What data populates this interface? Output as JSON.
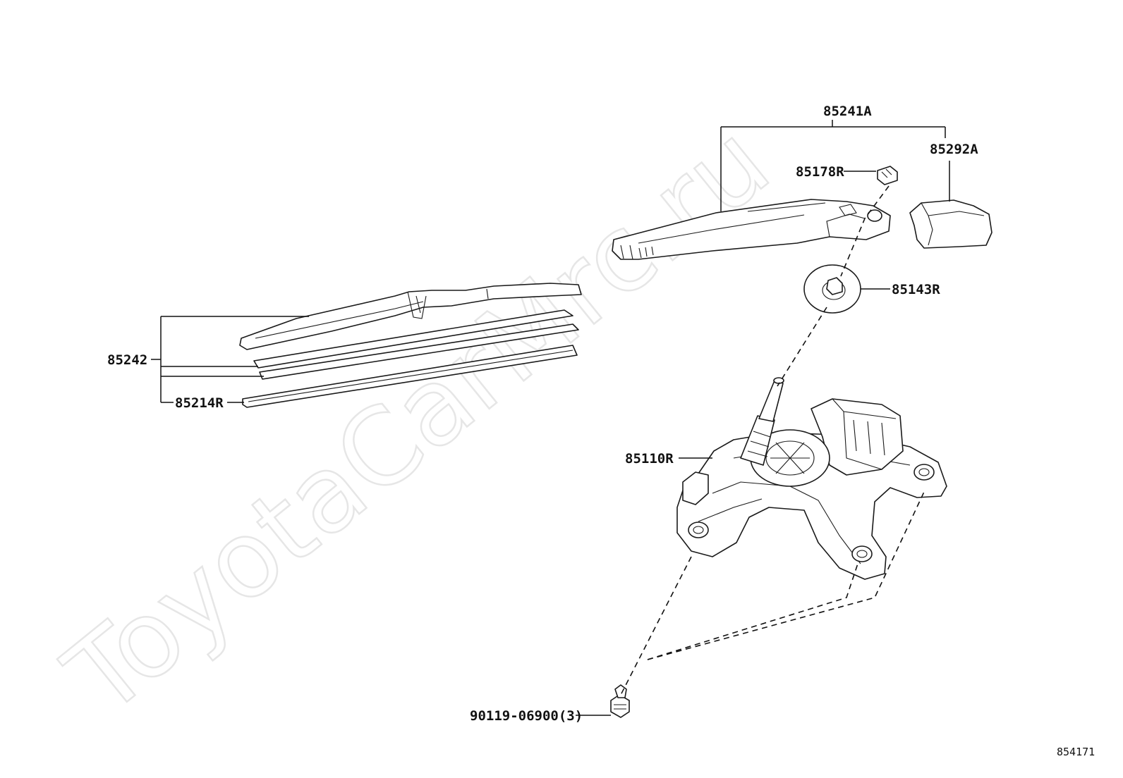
{
  "diagram": {
    "watermark": "ToyotaCarMrc.ru",
    "reference_code": "854171",
    "part_labels": {
      "wiper_arm_assembly": "85241A",
      "arm_head_cover": "85292A",
      "nut": "85178R",
      "pivot_cap": "85143R",
      "wiper_blade_assembly": "85242",
      "blade_rubber": "85214R",
      "wiper_motor": "85110R",
      "bolt": "90119-06900(3)"
    }
  }
}
